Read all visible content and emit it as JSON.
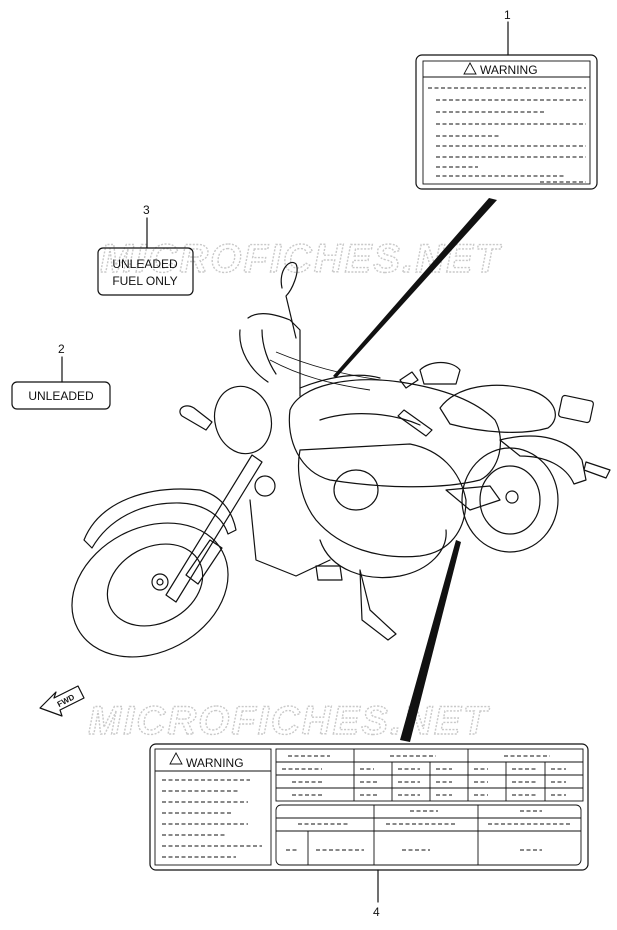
{
  "callouts": [
    {
      "num": "1",
      "text": "WARNING"
    },
    {
      "num": "2",
      "text": "UNLEADED"
    },
    {
      "num": "3",
      "line1": "UNLEADED",
      "line2": "FUEL ONLY"
    },
    {
      "num": "4",
      "text": "WARNING"
    }
  ],
  "watermark": "MICROFICHES.NET",
  "fwd": "FWD"
}
